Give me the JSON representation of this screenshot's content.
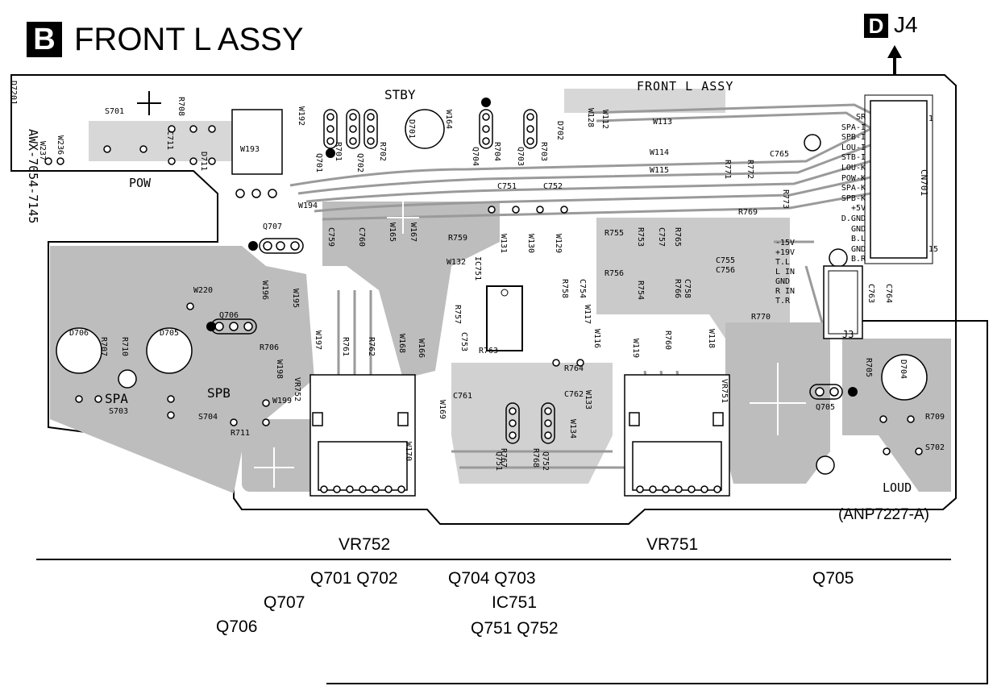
{
  "header": {
    "section_badge": "B",
    "title": "FRONT L ASSY",
    "connector_badge": "D",
    "connector_label": "J4"
  },
  "board": {
    "silk_title": "FRONT L ASSY",
    "model_code": "AWX-7054-7145",
    "part_number": "(ANP7227-A)",
    "area_labels": {
      "standby": "STBY",
      "power": "POW",
      "loudness": "LOUD",
      "speaker_a": "SPA",
      "speaker_b": "SPB"
    },
    "cn701_pins": [
      "SR",
      "SPA-I",
      "SPB-I",
      "LOU-I",
      "STB-I",
      "LOU-K",
      "POW-K",
      "SPA-K",
      "SPB-K",
      "+5V",
      "D.GND",
      "GND",
      "B.L",
      "GND",
      "B.R"
    ],
    "cn701_label": "CN701",
    "cn701_pin_first": "1",
    "cn701_pin_last": "15",
    "j3_pins": [
      "-15V",
      "+19V",
      "T.L",
      "L IN",
      "GND",
      "R IN",
      "T.R"
    ],
    "j3_label": "J3",
    "components": {
      "switches": [
        "S701",
        "S702",
        "S703",
        "S704"
      ],
      "leds": [
        "D701",
        "D704",
        "D705",
        "D706"
      ],
      "diodes": [
        "D702",
        "D711",
        "D7201"
      ],
      "transistors": [
        "Q701",
        "Q702",
        "Q703",
        "Q704",
        "Q705",
        "Q706",
        "Q707",
        "Q751",
        "Q752"
      ],
      "ic": [
        "IC751"
      ],
      "pots": [
        "VR751",
        "VR752"
      ],
      "resistors": [
        "R701",
        "R702",
        "R703",
        "R704",
        "R705",
        "R706",
        "R707",
        "R708",
        "R709",
        "R710",
        "R711",
        "R753",
        "R754",
        "R755",
        "R756",
        "R757",
        "R758",
        "R759",
        "R760",
        "R761",
        "R762",
        "R763",
        "R764",
        "R765",
        "R766",
        "R767",
        "R768",
        "R769",
        "R770",
        "R771",
        "R772",
        "R773"
      ],
      "capacitors": [
        "C711",
        "C751",
        "C752",
        "C753",
        "C754",
        "C755",
        "C756",
        "C757",
        "C758",
        "C759",
        "C760",
        "C761",
        "C762",
        "C763",
        "C764",
        "C765"
      ],
      "jumpers": [
        "W112",
        "W113",
        "W114",
        "W115",
        "W116",
        "W117",
        "W118",
        "W119",
        "W128",
        "W129",
        "W130",
        "W131",
        "W132",
        "W133",
        "W134",
        "W164",
        "W165",
        "W166",
        "W167",
        "W168",
        "W169",
        "W170",
        "W192",
        "W193",
        "W194",
        "W195",
        "W196",
        "W197",
        "W198",
        "W199",
        "W220",
        "W236",
        "W237"
      ]
    }
  },
  "reference": {
    "row1": [
      "VR752",
      "VR751"
    ],
    "row2": [
      "Q701 Q702",
      "Q704 Q703",
      "Q705"
    ],
    "row3": [
      "Q707",
      "IC751"
    ],
    "row4": [
      "Q706",
      "Q751 Q752"
    ]
  }
}
